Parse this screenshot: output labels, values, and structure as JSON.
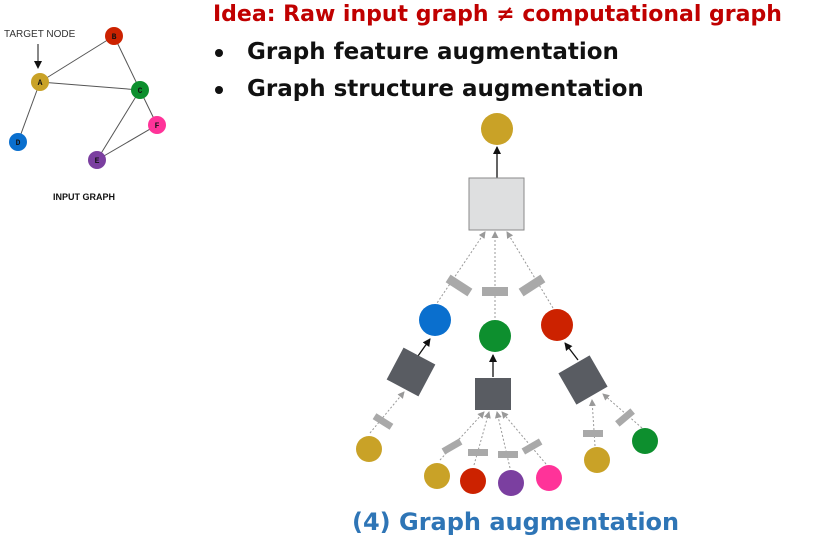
{
  "title": "Idea: Raw input graph ≠ computational graph",
  "bullets": [
    "Graph feature augmentation",
    "Graph structure augmentation"
  ],
  "input_graph": {
    "target_label": "TARGET NODE",
    "caption": "INPUT GRAPH",
    "nodes": [
      {
        "id": "A",
        "color": "#c9a227"
      },
      {
        "id": "B",
        "color": "#cc2200"
      },
      {
        "id": "C",
        "color": "#0d8f2e"
      },
      {
        "id": "D",
        "color": "#0a6fce"
      },
      {
        "id": "E",
        "color": "#7b3fa0"
      },
      {
        "id": "F",
        "color": "#ff3399"
      }
    ],
    "edges": [
      [
        "A",
        "B"
      ],
      [
        "A",
        "C"
      ],
      [
        "A",
        "D"
      ],
      [
        "B",
        "C"
      ],
      [
        "C",
        "E"
      ],
      [
        "C",
        "F"
      ],
      [
        "E",
        "F"
      ]
    ]
  },
  "caption": "(4) Graph augmentation"
}
